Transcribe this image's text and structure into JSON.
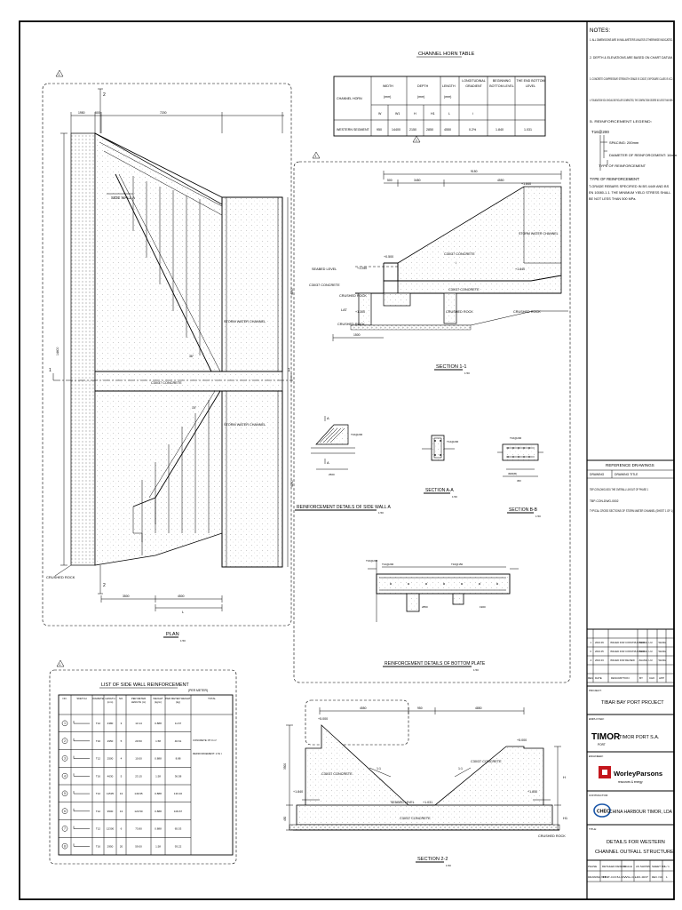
{
  "channel_horn_table": {
    "title": "CHANNEL HORN TABLE",
    "headers": [
      "CHANNEL HORN",
      "WIDTH",
      "DEPTH",
      "LENGTH",
      "LONGITUDINAL GRADIENT",
      "BEGINNING BOTTOM LEVEL",
      "THE END BOTTOM LEVEL"
    ],
    "units": [
      "(mm)",
      "(mm)",
      "(mm)"
    ],
    "subheaders": [
      "W",
      "W1",
      "H",
      "H1",
      "L",
      "i"
    ],
    "row": [
      "WESTERN SEGMENT",
      "950",
      "14400",
      "2150",
      "2850",
      "4550",
      "0.2%",
      "1.840",
      "1.031"
    ]
  },
  "notes": {
    "title": "NOTES:",
    "items": [
      "1. ALL DIMENSIONS ARE IN MILLIMETERS UNLESS OTHERWISE INDICATED.",
      "2. DEPTH & ELEVATIONS ARE BASED ON CHART DATUM.",
      "3. CONCRETE COMPRESSIVE STRENGTH GRADE IS C30/37, EXPOSURE CLASS IS XC2.",
      "4. FOUNDATION SOIL SHOULD BE ROLLER COMPACTED, THE COMPACTION DEGREE NO LESS THAN 95%.",
      "5. REINFORCEMENT LEGEND:"
    ],
    "legend_label": "T16@200",
    "legend_lines": [
      "SPACING: 200mm",
      "DIAMETER OF REINFORCEMENT: 16mm",
      "TYPE OF REINFORCEMENT"
    ],
    "item6_title": "TYPE OF REINFORCEMENT:",
    "item6_text": "T-GRADE REBARS SPECIFIED IN BS 4449 AND BS EN 10080-1.1. THE MINIMUM YIELD STRESS SHALL BE NOT LESS THAN 500 MPa."
  },
  "plan": {
    "title": "PLAN",
    "scale": "1:50",
    "dims_top": [
      "1950",
      "500",
      "7200"
    ],
    "dims_bottom": [
      "3500",
      "4500"
    ],
    "dim_bottom_letter": "L",
    "labels": {
      "side_wall": "SIDE WALL A",
      "storm1": "STORM WATER CHANNEL",
      "storm2": "STORM WATER CHANNEL",
      "concrete": "C30/37 CONCRETE",
      "crushed": "CRUSHED ROCK"
    },
    "section_marks": [
      "2",
      "2",
      "1",
      "1"
    ],
    "right_dims": [
      "4250",
      "4250"
    ],
    "left_dim": "14400",
    "angles": [
      "36°",
      "15°"
    ],
    "rev_tag": "1"
  },
  "section_1_1": {
    "title": "SECTION 1-1",
    "scale": "1:50",
    "dims_top": [
      "500",
      "3450",
      "4550"
    ],
    "dims_overall": "9150",
    "labels": {
      "seabed": "SEABED LEVEL",
      "storm": "STORM WATER CHANNEL",
      "concrete_top": "C30/37 CONCRETE",
      "concrete_mid": "C30/37 CONCRETE",
      "concrete_base": "C30/37 CONCRETE",
      "crushed1": "CRUSHED ROCK",
      "crushed2": "CRUSHED ROCK",
      "crushed3": "CRUSHED ROCK",
      "crushed4": "CRUSHED ROCK",
      "lat": "LAT"
    },
    "levels": [
      "+1.840",
      "+0.500",
      "+1.250",
      "+1.840",
      "+1.300"
    ],
    "slope": "i",
    "dim_left": "1500",
    "rev_tag": "1"
  },
  "rebar_details": {
    "side_wall_title": "REINFORCEMENT DETAILS OF SIDE WALL A",
    "side_wall_scale": "1:50",
    "section_aa": "SECTION A-A",
    "section_aa_scale": "1:50",
    "section_bb": "SECTION B-B",
    "section_bb_scale": "1:50",
    "bottom_plate_title": "REINFORCEMENT DETAILS OF BOTTOM PLATE",
    "bottom_plate_scale": "1:50",
    "bar_labels": [
      "T16@200",
      "T16@200",
      "T12@200",
      "T16@200",
      "T12@200",
      "T16@150"
    ],
    "dim_labels": [
      "2500",
      "450",
      "4900(B)",
      "2850",
      "1900"
    ],
    "sec_letters": [
      "A",
      "A",
      "B",
      "B"
    ]
  },
  "side_wall_table": {
    "title": "LIST OF SIDE WALL REINFORCEMENT",
    "subtitle": "(PER METER)",
    "headers": [
      "NO.",
      "SKETCH",
      "DIAMETER",
      "LENGTH (mm)",
      "NO.",
      "PER METER LENGTH (m)",
      "WEIGHT (kg/m)",
      "PER METER WEIGHT (kg)",
      "TOTAL"
    ],
    "rows": [
      [
        "1",
        "T12",
        "4380",
        "3",
        "13.14",
        "0.888",
        "11.67"
      ],
      [
        "2",
        "T16",
        "2950",
        "5",
        "29.50",
        "1.58",
        "46.61"
      ],
      [
        "3",
        "T12",
        "2500",
        "4",
        "10.00",
        "0.888",
        "8.88"
      ],
      [
        "4",
        "T16",
        "4630",
        "5",
        "23.15",
        "1.58",
        "36.58"
      ],
      [
        "5",
        "T12",
        "11535",
        "13",
        "149.95",
        "0.888",
        "133.16"
      ],
      [
        "6",
        "T12",
        "9500",
        "13",
        "123.50",
        "0.888",
        "109.67"
      ],
      [
        "7",
        "T12",
        "12300",
        "6",
        "73.80",
        "0.888",
        "65.53"
      ],
      [
        "8",
        "T16",
        "2950",
        "20",
        "59.00",
        "1.58",
        "93.22"
      ]
    ],
    "totals": [
      "CONCRETE: 87.0 m³",
      "REINFORCEMENT: 1.51 t"
    ],
    "rev_tag": "1"
  },
  "section_2_2": {
    "title": "SECTION 2-2",
    "scale": "1:50",
    "dims_top": [
      "4550",
      "950",
      "4850"
    ],
    "levels": [
      "+5.000",
      "+5.000",
      "+1.840",
      "+1.840",
      "+1.031"
    ],
    "labels": {
      "concrete_l": "C30/37 CONCRETE",
      "concrete_r": "C30/37 CONCRETE",
      "concrete_b": "C30/37 CONCRETE",
      "crushed": "CRUSHED ROCK",
      "seabed": "SEABED LEVEL"
    },
    "slope_labels": [
      "1:1",
      "1:1"
    ],
    "right_dims": [
      "H",
      "H1"
    ],
    "left_dims": [
      "3500",
      "450"
    ]
  },
  "title_block": {
    "ref_title": "REFERENCE DRAWINGS",
    "ref_head": [
      "DRAWING",
      "DRAWING TITLE"
    ],
    "ref_rows": [
      "TBP-CON-DWG-0001 THE OVERALL LAYOUT OF PHASE 1",
      "TBP-CON-DWG-0002",
      "TYPICAL CROSS SECTIONS OF STORM WATER CHANNEL (SHEET 1 OF 1)"
    ],
    "rev_rows": [
      [
        "1",
        "ISSUED FOR CONSTRUCTION",
        "ZHANG",
        "LIU",
        "WANG",
        "2016.09"
      ],
      [
        "0",
        "ISSUED FOR CONSTRUCTION",
        "ZHANG",
        "LIU",
        "WANG",
        "2016.05"
      ],
      [
        "A",
        "ISSUED FOR REVIEW",
        "ZHANG",
        "LIU",
        "WANG",
        "2016.03"
      ]
    ],
    "rev_head": [
      "REV",
      "DATE",
      "DESCRIPTION",
      "BY",
      "CHK",
      "APP"
    ],
    "project_label": "PROJECT:",
    "project": "TIBAR BAY PORT PROJECT",
    "employer_label": "EMPLOYER:",
    "employer_logo": "TIMOR",
    "employer_logo_sub": "PORT",
    "employer": "TIMOR PORT S.A.",
    "engineer_label": "ENGINEER:",
    "engineer": "WorleyParsons",
    "engineer_sub": "resources & energy",
    "contractor_label": "CONTRACTOR:",
    "contractor_logo": "CHEC",
    "contractor": "CHINA HARBOUR TIMOR, LDA",
    "title_label": "TITLE:",
    "title_lines": [
      "DETAILS FOR WESTERN",
      "CHANNEL OUTFALL STRUCTURE"
    ],
    "info": [
      [
        "PHASE",
        "DETAILED DESIGN",
        "SCALE",
        "AS SHOWN",
        "SHEET NO.",
        "1 / 1"
      ],
      [
        "DRAWING NO.",
        "TBP-CON-DWG-CHO-007",
        "REV. NO.",
        "1"
      ]
    ]
  }
}
